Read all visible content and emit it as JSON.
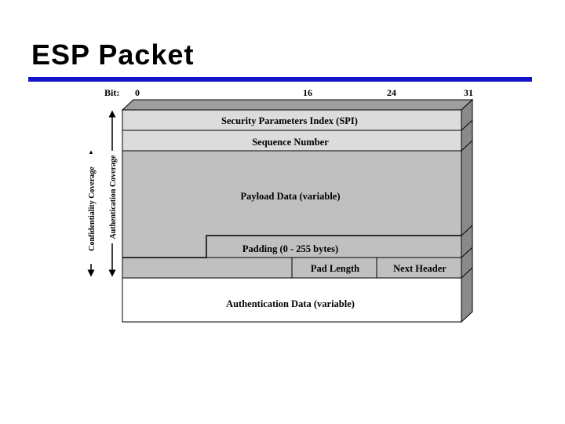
{
  "slide": {
    "title": "ESP Packet"
  },
  "colors": {
    "accent_rule": "#1414c8",
    "field_gray": "#c0c0c0",
    "field_light": "#dcdcdc",
    "field_white": "#ffffff",
    "side_dark": "#8a8a8a"
  },
  "bit_axis": {
    "prefix": "Bit:",
    "ticks": [
      "0",
      "16",
      "24",
      "31"
    ]
  },
  "fields": {
    "spi": "Security Parameters Index (SPI)",
    "sequence": "Sequence Number",
    "payload": "Payload Data (variable)",
    "padding": "Padding (0 - 255 bytes)",
    "pad_length": "Pad Length",
    "next_header": "Next Header",
    "auth_data": "Authentication Data (variable)"
  },
  "coverage": {
    "confidentiality": "Confidentiality Coverage",
    "authentication": "Authentication Coverage"
  }
}
